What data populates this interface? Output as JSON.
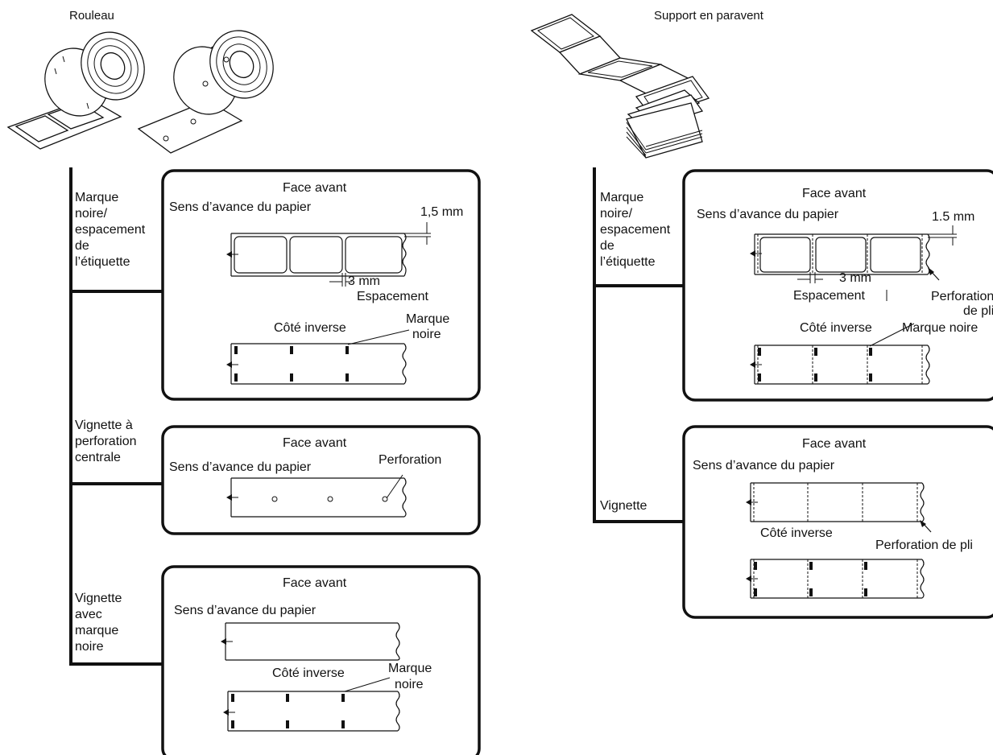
{
  "roll": {
    "title": "Rouleau",
    "types": [
      {
        "label": "Marque noire/ espacement de l’étiquette",
        "lines": [
          "Marque",
          "noire/",
          "espacement",
          "de",
          "l’étiquette"
        ],
        "front": "Face avant",
        "direction": "Sens d’avance du papier",
        "dim_top": "1,5 mm",
        "dim_gap": "3 mm",
        "gap_label": "Espacement",
        "back": "Côté inverse",
        "mark_lines": [
          "Marque",
          "noire"
        ]
      },
      {
        "label": "Vignette à perforation centrale",
        "lines": [
          "Vignette à",
          "perforation",
          "centrale"
        ],
        "front": "Face avant",
        "direction": "Sens d’avance du papier",
        "hole_label": "Perforation"
      },
      {
        "label": "Vignette avec marque noire",
        "lines": [
          "Vignette",
          "avec",
          "marque",
          "noire"
        ],
        "front": "Face avant",
        "direction": "Sens d’avance du papier",
        "back": "Côté inverse",
        "mark_lines": [
          "Marque",
          "noire"
        ]
      }
    ]
  },
  "fanfold": {
    "title": "Support en paravent",
    "types": [
      {
        "label": "Marque noire/ espacement de l’étiquette",
        "lines": [
          "Marque",
          "noire/",
          "espacement",
          "de",
          "l’étiquette"
        ],
        "front": "Face avant",
        "direction": "Sens d’avance du papier",
        "dim_top": "1.5 mm",
        "dim_gap": "3 mm",
        "gap_label": "Espacement",
        "fold_lines": [
          "Perforation",
          "de pli"
        ],
        "back": "Côté inverse",
        "mark_label": "Marque noire"
      },
      {
        "label": "Vignette",
        "lines": [
          "Vignette"
        ],
        "front": "Face avant",
        "direction": "Sens d’avance du papier",
        "back": "Côté inverse",
        "fold_label": "Perforation de pli"
      }
    ]
  }
}
